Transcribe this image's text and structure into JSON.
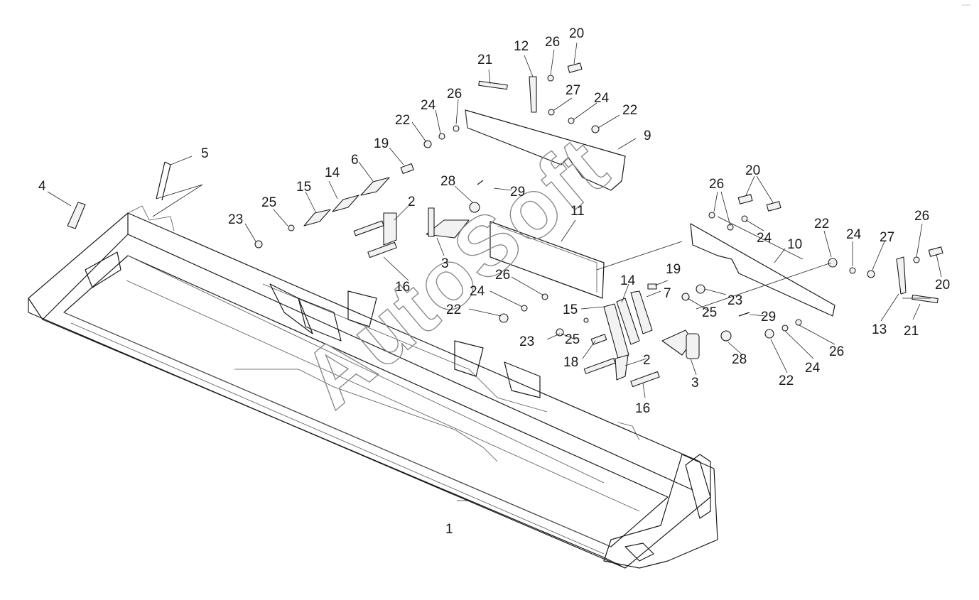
{
  "watermark": "AutoSoft",
  "corner_logo": "°° °°°",
  "callouts": [
    {
      "id": "c-1",
      "label": "1"
    },
    {
      "id": "c-2a",
      "label": "2"
    },
    {
      "id": "c-2b",
      "label": "2"
    },
    {
      "id": "c-3a",
      "label": "3"
    },
    {
      "id": "c-3b",
      "label": "3"
    },
    {
      "id": "c-4",
      "label": "4"
    },
    {
      "id": "c-5",
      "label": "5"
    },
    {
      "id": "c-6",
      "label": "6"
    },
    {
      "id": "c-7",
      "label": "7"
    },
    {
      "id": "c-9",
      "label": "9"
    },
    {
      "id": "c-10",
      "label": "10"
    },
    {
      "id": "c-11",
      "label": "11"
    },
    {
      "id": "c-12",
      "label": "12"
    },
    {
      "id": "c-13",
      "label": "13"
    },
    {
      "id": "c-14a",
      "label": "14"
    },
    {
      "id": "c-14b",
      "label": "14"
    },
    {
      "id": "c-15a",
      "label": "15"
    },
    {
      "id": "c-15b",
      "label": "15"
    },
    {
      "id": "c-16a",
      "label": "16"
    },
    {
      "id": "c-16b",
      "label": "16"
    },
    {
      "id": "c-18",
      "label": "18"
    },
    {
      "id": "c-19a",
      "label": "19"
    },
    {
      "id": "c-19b",
      "label": "19"
    },
    {
      "id": "c-20a",
      "label": "20"
    },
    {
      "id": "c-20b",
      "label": "20"
    },
    {
      "id": "c-20c",
      "label": "20"
    },
    {
      "id": "c-21a",
      "label": "21"
    },
    {
      "id": "c-21b",
      "label": "21"
    },
    {
      "id": "c-22a",
      "label": "22"
    },
    {
      "id": "c-22b",
      "label": "22"
    },
    {
      "id": "c-22c",
      "label": "22"
    },
    {
      "id": "c-22d",
      "label": "22"
    },
    {
      "id": "c-22e",
      "label": "22"
    },
    {
      "id": "c-23a",
      "label": "23"
    },
    {
      "id": "c-23b",
      "label": "23"
    },
    {
      "id": "c-23c",
      "label": "23"
    },
    {
      "id": "c-24a",
      "label": "24"
    },
    {
      "id": "c-24b",
      "label": "24"
    },
    {
      "id": "c-24c",
      "label": "24"
    },
    {
      "id": "c-24d",
      "label": "24"
    },
    {
      "id": "c-24e",
      "label": "24"
    },
    {
      "id": "c-24f",
      "label": "24"
    },
    {
      "id": "c-25a",
      "label": "25"
    },
    {
      "id": "c-25b",
      "label": "25"
    },
    {
      "id": "c-25c",
      "label": "25"
    },
    {
      "id": "c-26a",
      "label": "26"
    },
    {
      "id": "c-26b",
      "label": "26"
    },
    {
      "id": "c-26c",
      "label": "26"
    },
    {
      "id": "c-26d",
      "label": "26"
    },
    {
      "id": "c-26e",
      "label": "26"
    },
    {
      "id": "c-26f",
      "label": "26"
    },
    {
      "id": "c-27a",
      "label": "27"
    },
    {
      "id": "c-27b",
      "label": "27"
    },
    {
      "id": "c-28a",
      "label": "28"
    },
    {
      "id": "c-28b",
      "label": "28"
    },
    {
      "id": "c-29a",
      "label": "29"
    },
    {
      "id": "c-29b",
      "label": "29"
    }
  ]
}
